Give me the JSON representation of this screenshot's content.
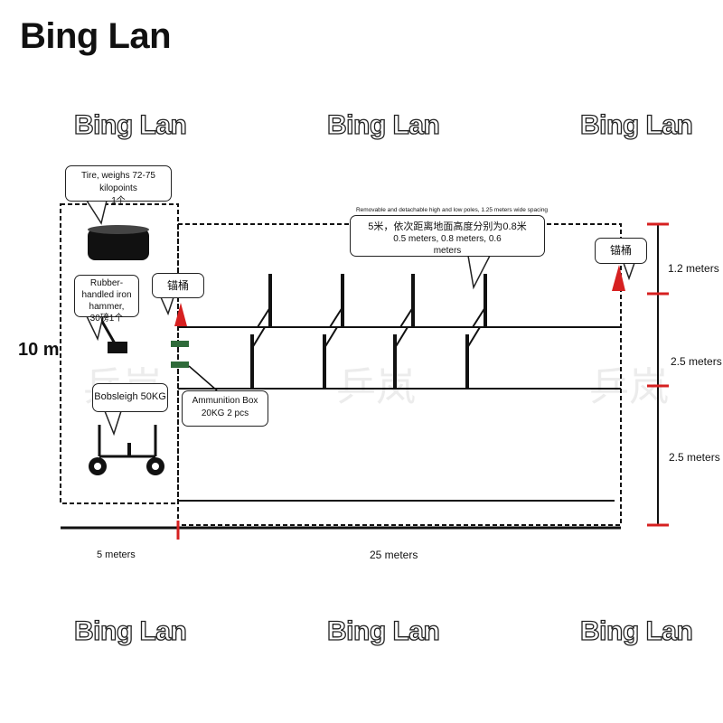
{
  "brand": {
    "title": "Bing Lan"
  },
  "watermarks": {
    "text": "Bing Lan",
    "cn_text": "乒岚"
  },
  "left_dim": {
    "label": "10 m"
  },
  "tire": {
    "label_line1": "Tire, weighs 72-75 kilopoints",
    "label_line2": "1个"
  },
  "hammer": {
    "label_line1": "Rubber-handled iron",
    "label_line2": "hammer,",
    "label_line3": "30磅1个"
  },
  "anchor_left": {
    "label": "锚桶"
  },
  "anchor_right": {
    "label": "锚桶"
  },
  "sled": {
    "label": "Bobsleigh 50KG"
  },
  "ammo": {
    "label_line1": "Ammunition Box",
    "label_line2": "20KG 2 pcs"
  },
  "poles": {
    "label_line1": "Removable and detachable high and low poles, 1.25 meters wide spacing",
    "label_line2": "5米，依次距离地面高度分别为0.8米",
    "label_line3": "0.5 meters, 0.8 meters, 0.6",
    "label_line4": "meters"
  },
  "dimensions": {
    "right": [
      "1.2 meters",
      "2.5 meters",
      "2.5 meters"
    ],
    "bottom_left": "5 meters",
    "bottom_main": "25 meters"
  },
  "colors": {
    "marker_red": "#d62020",
    "ammo_green": "#2f6b3a",
    "line": "#111111"
  }
}
